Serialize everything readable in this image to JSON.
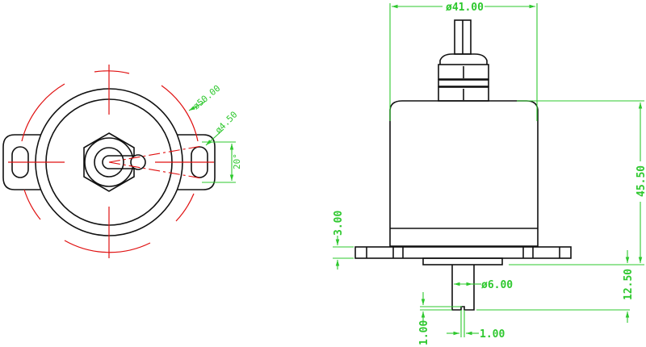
{
  "drawing": {
    "top_view": {
      "dim_outer_diameter": "ø50.00",
      "dim_slot_width": "ø4.50",
      "dim_angle": "20°"
    },
    "side_view": {
      "dim_body_diameter": "ø41.00",
      "dim_body_height": "45.50",
      "dim_flange_thickness": "3.00",
      "dim_shaft_diameter": "ø6.00",
      "dim_shaft_length": "12.50",
      "dim_notch_depth": "1.00",
      "dim_notch_width": "1.00"
    },
    "colors": {
      "outline": "#111111",
      "centerline": "#e01010",
      "dimension": "#2ec82e"
    }
  }
}
